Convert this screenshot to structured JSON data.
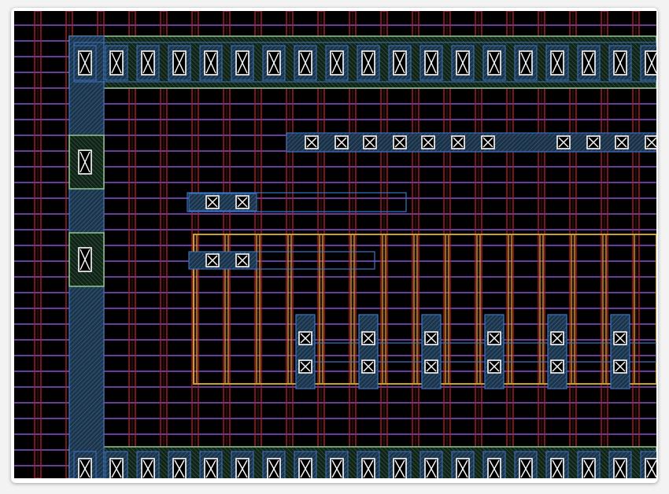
{
  "view": {
    "background": "#000000",
    "frame_color": "#ffffff"
  },
  "layers": [
    {
      "name": "poly",
      "color": "#b4202c"
    },
    {
      "name": "metal1-rail",
      "color": "#6d3fa8"
    },
    {
      "name": "diffusion",
      "color": "#c9a227"
    },
    {
      "name": "metal1",
      "color": "#3c74c8"
    },
    {
      "name": "well",
      "color": "#8fc98f"
    },
    {
      "name": "contact",
      "color": "#ffffff",
      "icon": "contact-x-icon"
    }
  ],
  "structures": {
    "top_contact_row_count": 19,
    "bottom_contact_row_count": 19,
    "left_column_contact_count": 2,
    "upper_strip_contact_count": 11,
    "small_strip_contacts": [
      2,
      2
    ],
    "transistor_fingers": 14,
    "gate_contact_pairs": 6
  }
}
